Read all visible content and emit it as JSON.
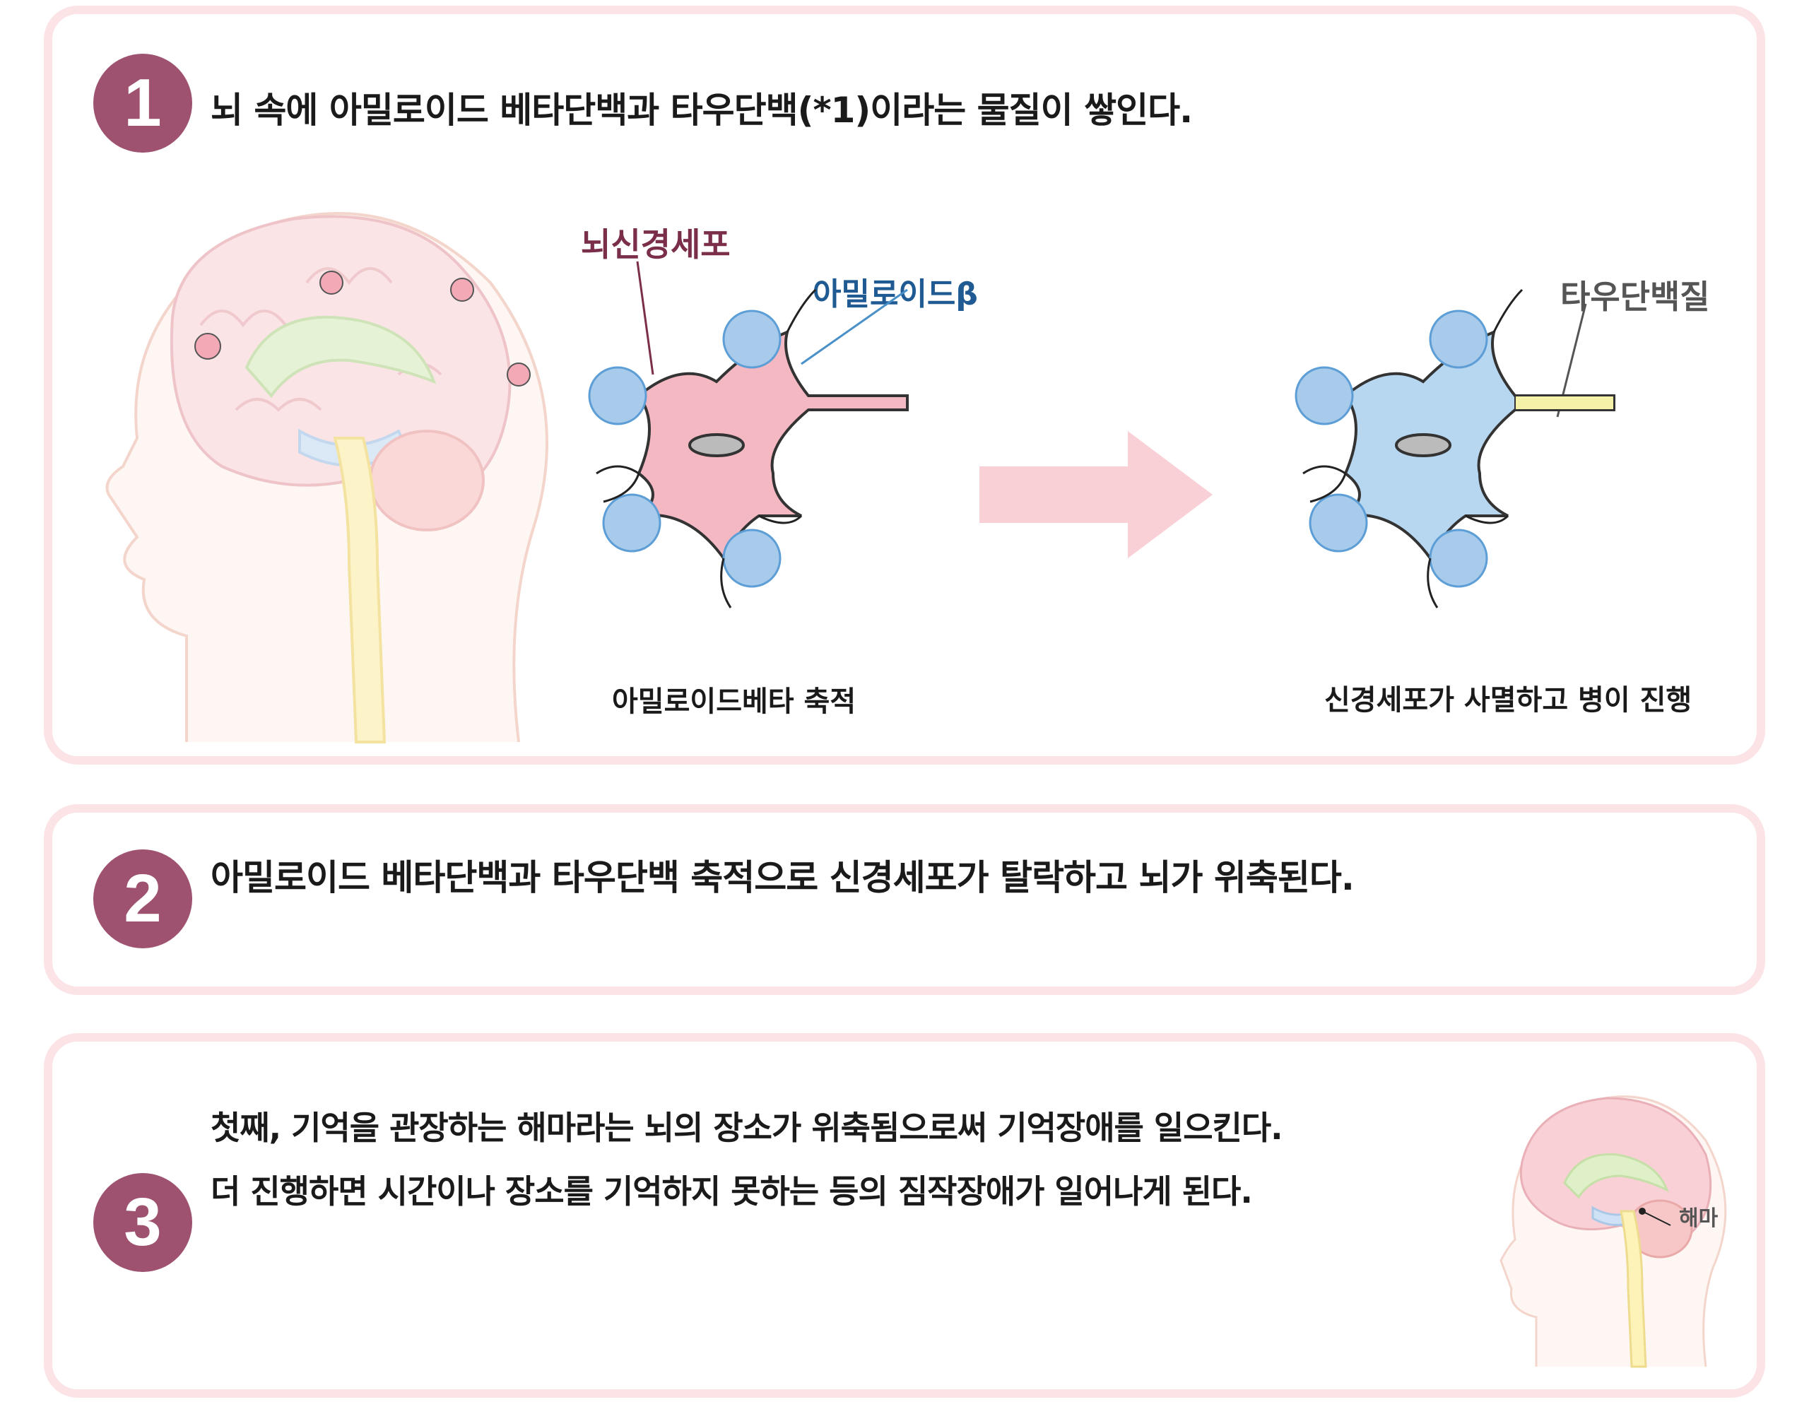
{
  "sections": [
    {
      "number": "1",
      "heading": "뇌 속에 아밀로이드 베타단백과 타우단백(*1)이라는 물질이 쌓인다."
    },
    {
      "number": "2",
      "heading": "아밀로이드 베타단백과 타우단백 축적으로 신경세포가 탈락하고 뇌가 위축된다."
    },
    {
      "number": "3",
      "lines": [
        "첫째, 기억을 관장하는 해마라는 뇌의 장소가 위축됨으로써 기억장애를 일으킨다.",
        "더 진행하면 시간이나 장소를 기억하지 못하는 등의 짐작장애가 일어나게 된다."
      ]
    }
  ],
  "diagram": {
    "neuron_label": "뇌신경세포",
    "amyloid_label": "아밀로이드β",
    "tau_label": "타우단백질",
    "caption_left": "아밀로이드베타 축적",
    "caption_right": "신경세포가 사멸하고 병이 진행",
    "hippocampus_label": "해마"
  },
  "colors": {
    "badge": "#9e5270",
    "panel_border": "#fbe3e6",
    "neuron_label": "#7a2e4a",
    "amyloid_label": "#1f5a92",
    "tau_label": "#555555",
    "healthy_neuron": "#f4b8c3",
    "diseased_neuron": "#b7d6ef",
    "amyloid_plaque": "#a9cbeb",
    "arrow": "#f8d0d6"
  }
}
